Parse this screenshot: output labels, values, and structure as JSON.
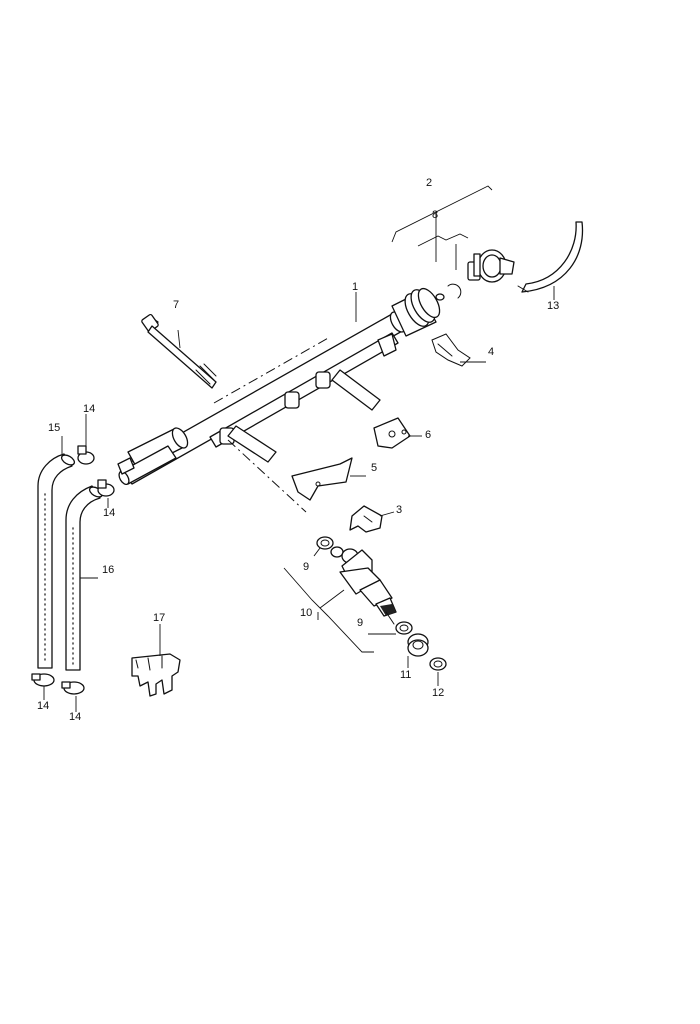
{
  "callouts": {
    "c1": "1",
    "c2": "2",
    "c3": "3",
    "c4": "4",
    "c5": "5",
    "c6": "6",
    "c7": "7",
    "c8": "8",
    "c9a": "9",
    "c9b": "9",
    "c10": "10",
    "c11": "11",
    "c12": "12",
    "c13": "13",
    "c14a": "14",
    "c14b": "14",
    "c14c": "14",
    "c14d": "14",
    "c15": "15",
    "c16": "16",
    "c17": "17"
  }
}
